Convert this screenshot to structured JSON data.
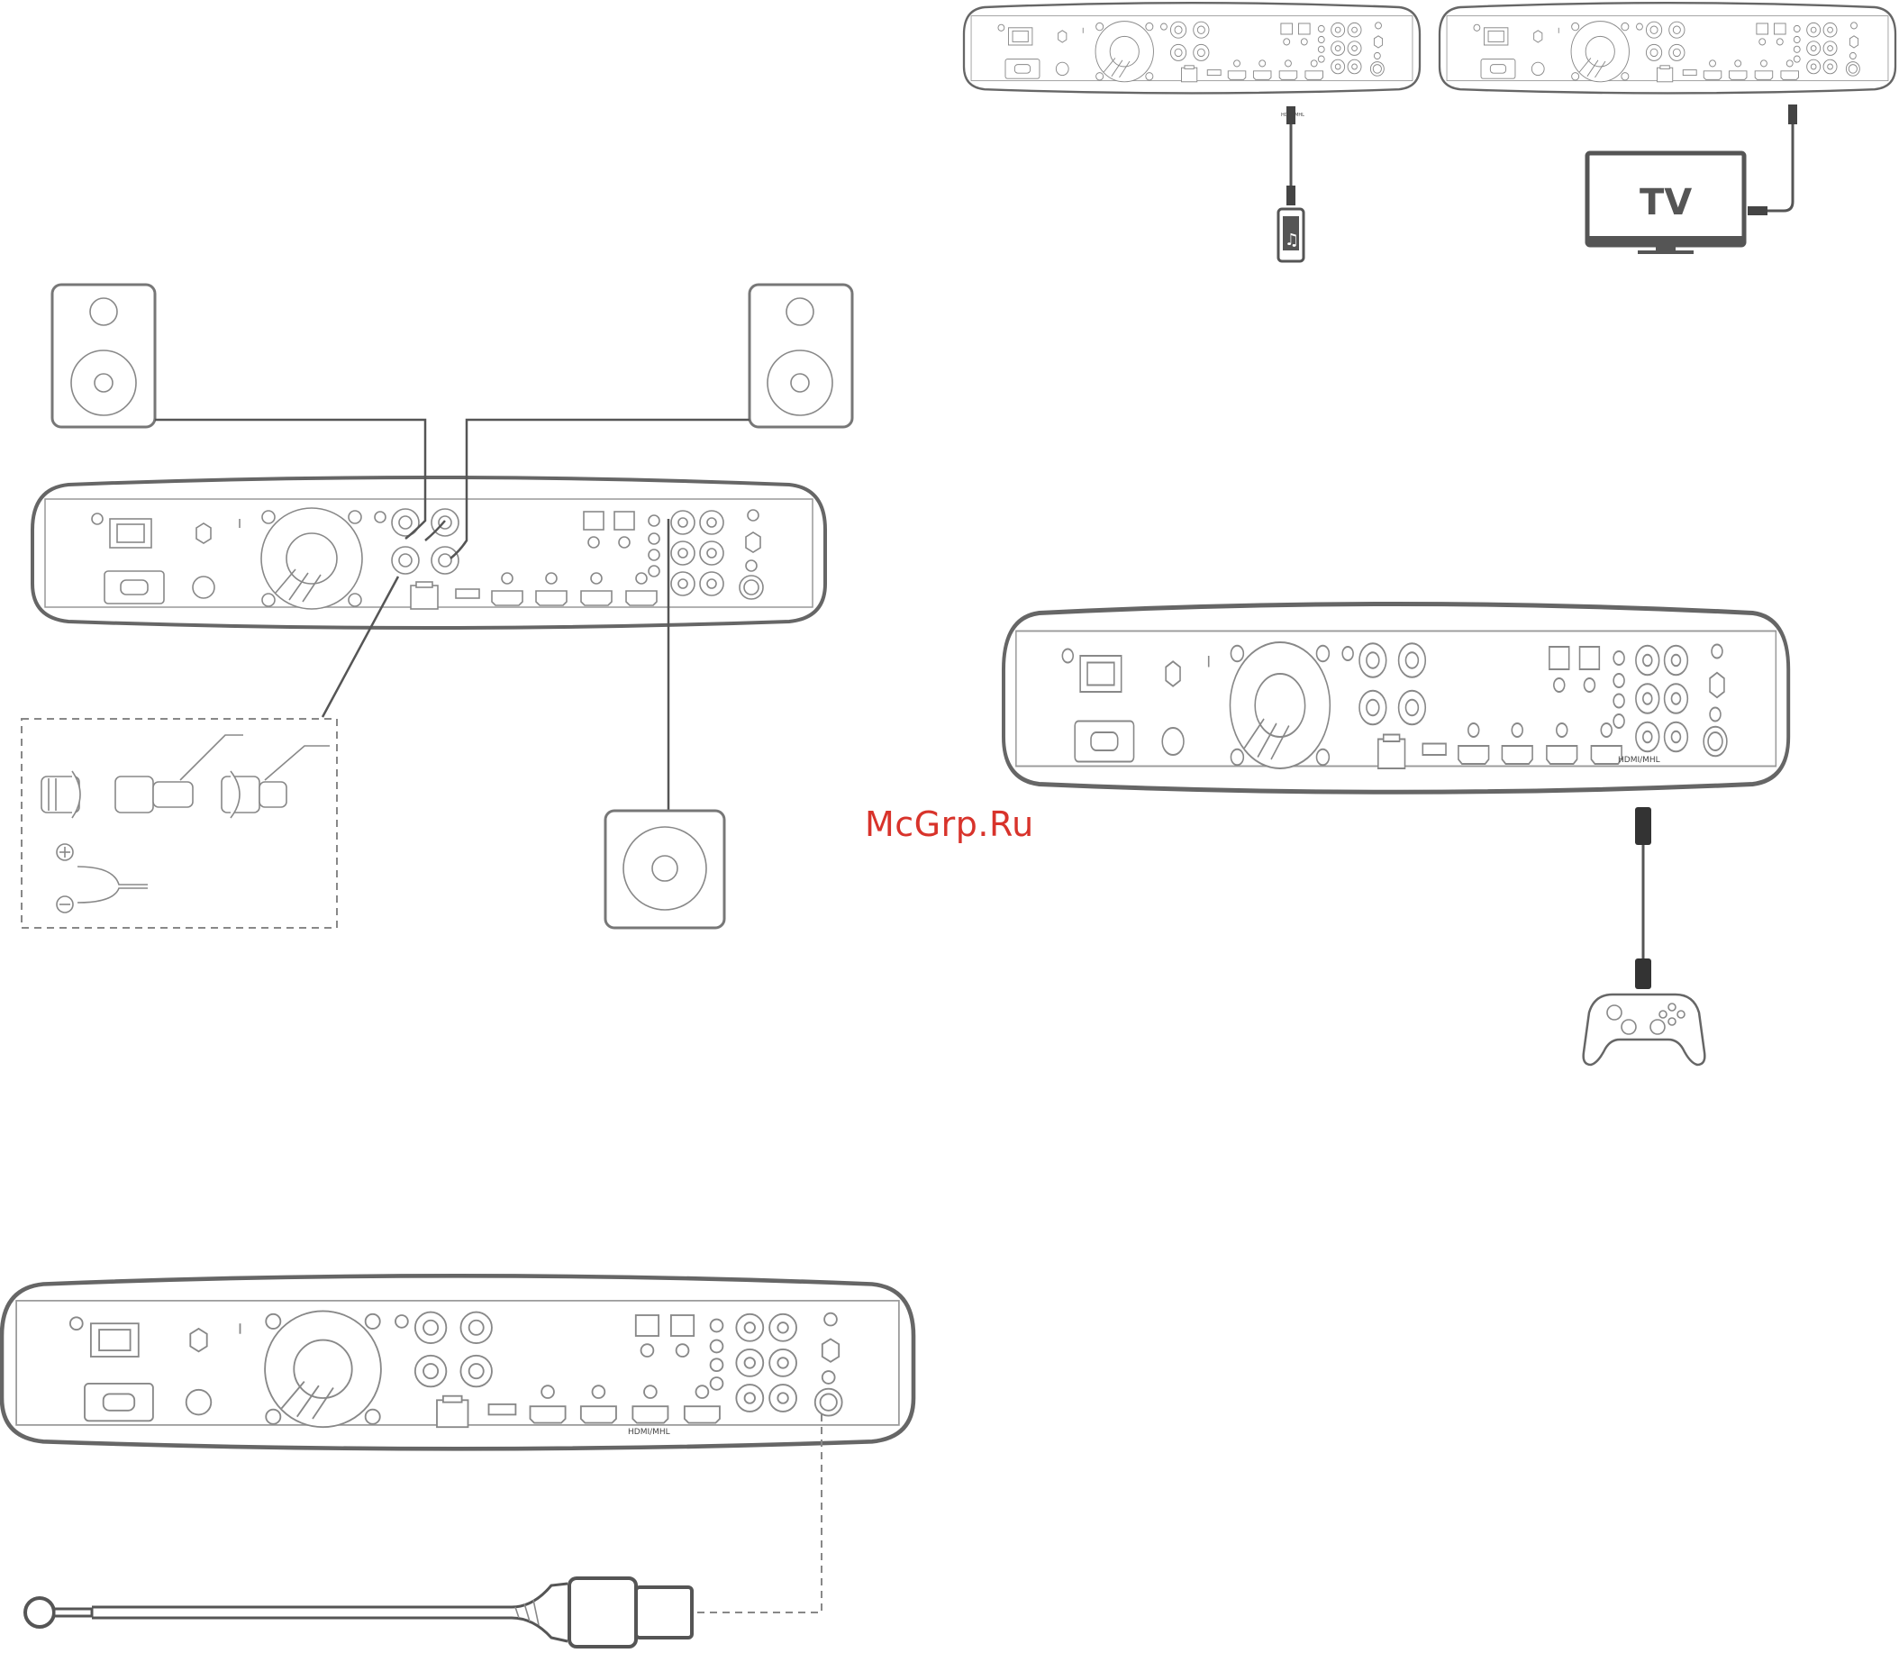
{
  "watermark": "McGrp.Ru",
  "tv": {
    "label": "TV"
  },
  "ports": {
    "hdmi_mhl": "HDMI/MHL"
  },
  "icons": [
    "speaker-icon",
    "subwoofer-icon",
    "phone-music-icon",
    "tv-icon",
    "game-controller-icon",
    "fm-antenna-icon",
    "banana-plug-icon"
  ]
}
